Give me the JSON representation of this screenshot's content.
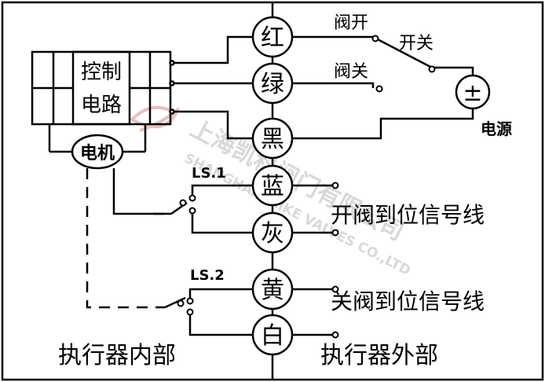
{
  "watermark": {
    "chinese": "上海凯科阀门有限公司",
    "english": "SHANGHAI KAIKE VALVES CO.,LTD"
  },
  "control_box": {
    "line1": "控制",
    "line2": "电路"
  },
  "motor": {
    "label": "电机"
  },
  "terminals": {
    "red": "红",
    "green": "绿",
    "black": "黑",
    "blue": "蓝",
    "gray": "灰",
    "yellow": "黄",
    "white": "白"
  },
  "labels": {
    "valve_open": "阀开",
    "valve_close": "阀关",
    "switch": "开关",
    "power": "电源",
    "power_symbol": "±",
    "ls1": "LS.1",
    "ls2": "LS.2",
    "open_signal": "开阀到位信号线",
    "close_signal": "关阀到位信号线",
    "inside": "执行器内部",
    "outside": "执行器外部"
  }
}
